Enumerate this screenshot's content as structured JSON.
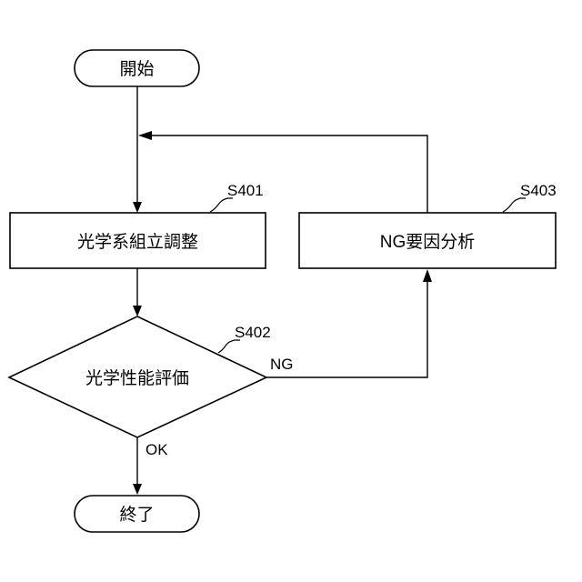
{
  "flowchart": {
    "start": {
      "label": "開始"
    },
    "process_1": {
      "label": "光学系組立調整",
      "step_id": "S401"
    },
    "decision": {
      "label": "光学性能評価",
      "step_id": "S402"
    },
    "process_2": {
      "label": "NG要因分析",
      "step_id": "S403"
    },
    "end": {
      "label": "終了"
    },
    "branches": {
      "ng": "NG",
      "ok": "OK"
    }
  }
}
